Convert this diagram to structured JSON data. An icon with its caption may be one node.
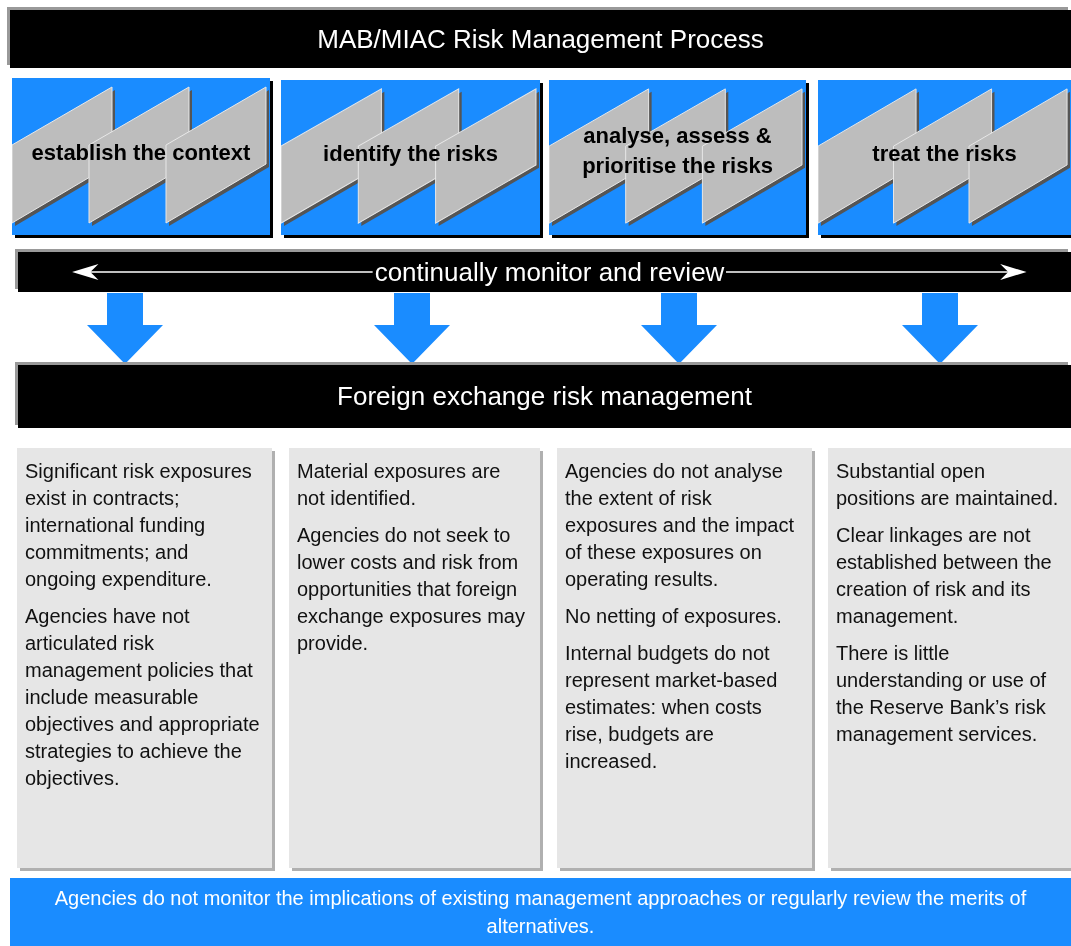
{
  "diagram": {
    "nodes": [
      {
        "text": [
          "MAB/MIAC Risk Management Process"
        ]
      },
      {
        "text": [
          "establish the context"
        ]
      },
      {
        "text": [
          "identify the risks"
        ]
      },
      {
        "text": [
          "analyse, assess & prioritise the risks"
        ]
      },
      {
        "text": [
          "treat the risks"
        ]
      },
      {
        "text": [
          "continually monitor and review"
        ]
      },
      {
        "text": [
          "Foreign exchange risk management"
        ]
      },
      {
        "text": [
          "Significant risk exposures exist in contracts; international funding commitments; and ongoing expenditure.",
          "Agencies have not articulated risk management policies that include measurable objectives and appropriate strategies to achieve the objectives."
        ]
      },
      {
        "text": [
          "Material exposures are not identified.",
          "Agencies do not seek to lower costs and risk from opportunities that foreign exchange exposures may provide."
        ]
      },
      {
        "text": [
          "Agencies do not analyse the extent of risk exposures and the impact of these exposures on operating results.",
          "No netting of exposures.",
          "Internal budgets do not represent market-based estimates: when costs rise, budgets are increased."
        ]
      },
      {
        "text": [
          "Substantial open positions are maintained.",
          "Clear linkages are not established between the creation of risk and its management.",
          "There is little understanding or use of the Reserve Bank’s risk management services."
        ]
      },
      {
        "text": [
          "Agencies do not monitor the implications of existing management approaches or regularly review the merits of alternatives."
        ]
      }
    ],
    "edges": [
      {
        "from": 5,
        "to": 6,
        "arrow": "to"
      },
      {
        "from": 5,
        "to": 6,
        "arrow": "to"
      },
      {
        "from": 5,
        "to": 6,
        "arrow": "to"
      },
      {
        "from": 5,
        "to": 6,
        "arrow": "to"
      }
    ]
  }
}
